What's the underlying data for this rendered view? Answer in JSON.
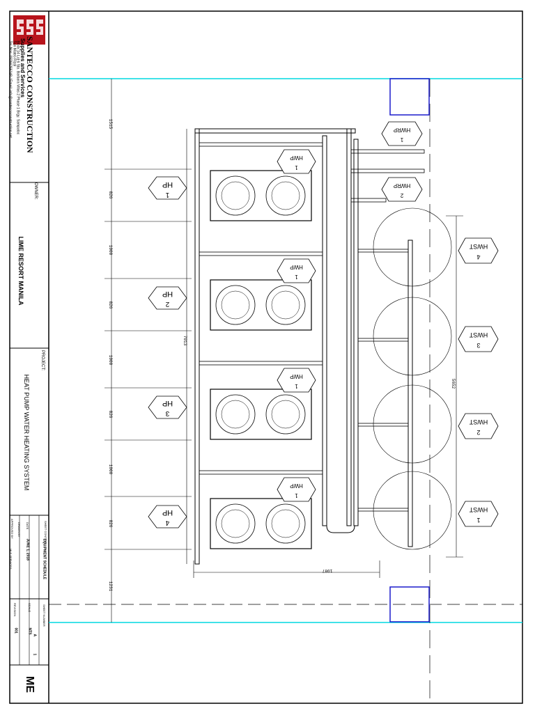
{
  "company": {
    "name": "SANTECCO CONSTRUCTION",
    "subname": "Supplies and Services",
    "address_line1": "Block 14 Lot 6 Sta. Barbara Villas 2 Phase 1 Brgy. Sampaloc",
    "address_line2": "San Mateo Rizal",
    "contact": "Tel. Nos: 09266266148 / Email: info@santeccoconstruction.net"
  },
  "title_block": {
    "owner_label": "OWNER:",
    "owner": "LIME RESORT MANILA",
    "project_label": "PROJECT:",
    "project": "HEAT PUMP WATER HEATING SYSTEM",
    "sheet_content_label": "SHEET CONTENT",
    "sheet_content": "EQUIPMENT SCHEDULE",
    "date_label": "DATE",
    "date": "JUNE 1, 2018",
    "drawn_label": "DRAWN BY",
    "approved_label": "APPROVED BY",
    "approved": "MLE SERVICES",
    "sheet_no_label": "SHEET NUMBER",
    "scale_label": "SCALE",
    "scale": "NTS",
    "revision_label": "REVISION",
    "revision": "001",
    "sheet_a": "A",
    "sheet_total": "1",
    "discipline": "ME"
  },
  "heat_pumps": [
    {
      "tag": "HP",
      "num": "1"
    },
    {
      "tag": "HP",
      "num": "2"
    },
    {
      "tag": "HP",
      "num": "3"
    },
    {
      "tag": "HP",
      "num": "4"
    }
  ],
  "hwp_tags": [
    {
      "tag": "HWP",
      "num": "1"
    },
    {
      "tag": "HWP",
      "num": "1"
    },
    {
      "tag": "HWP",
      "num": "1"
    },
    {
      "tag": "HWP",
      "num": "1"
    }
  ],
  "hwrp_tags": [
    {
      "tag": "HWRP",
      "num": "1"
    },
    {
      "tag": "HWRP",
      "num": "2"
    }
  ],
  "tanks": [
    {
      "tag": "HWST",
      "num": "4"
    },
    {
      "tag": "HWST",
      "num": "3"
    },
    {
      "tag": "HWST",
      "num": "2"
    },
    {
      "tag": "HWST",
      "num": "1"
    }
  ],
  "dimensions": {
    "top": "1515",
    "hp_depth": "826",
    "gap": "1000",
    "bottom": "1231",
    "overall": "7013",
    "tank_span": "5652",
    "width": "1087"
  },
  "colors": {
    "cyan": "#00d8e0",
    "blue": "#1a1acc",
    "logo_red": "#b8141c"
  }
}
